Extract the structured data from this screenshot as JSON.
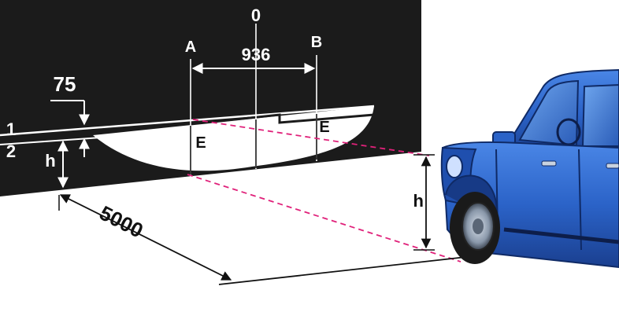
{
  "labels": {
    "zero": "0",
    "spacing": "936",
    "point_a": "A",
    "point_b": "B",
    "offset": "75",
    "line_1": "1",
    "line_2": "2",
    "height_left": "h",
    "height_right": "h",
    "e_left": "E",
    "e_right": "E",
    "distance": "5000"
  },
  "colors": {
    "screen": "#1b1b1b",
    "beam": "#ffffff",
    "guide": "#e0217a",
    "car_body": "#2b63c8",
    "car_dark": "#173a86",
    "tire": "#1a1a1a"
  }
}
